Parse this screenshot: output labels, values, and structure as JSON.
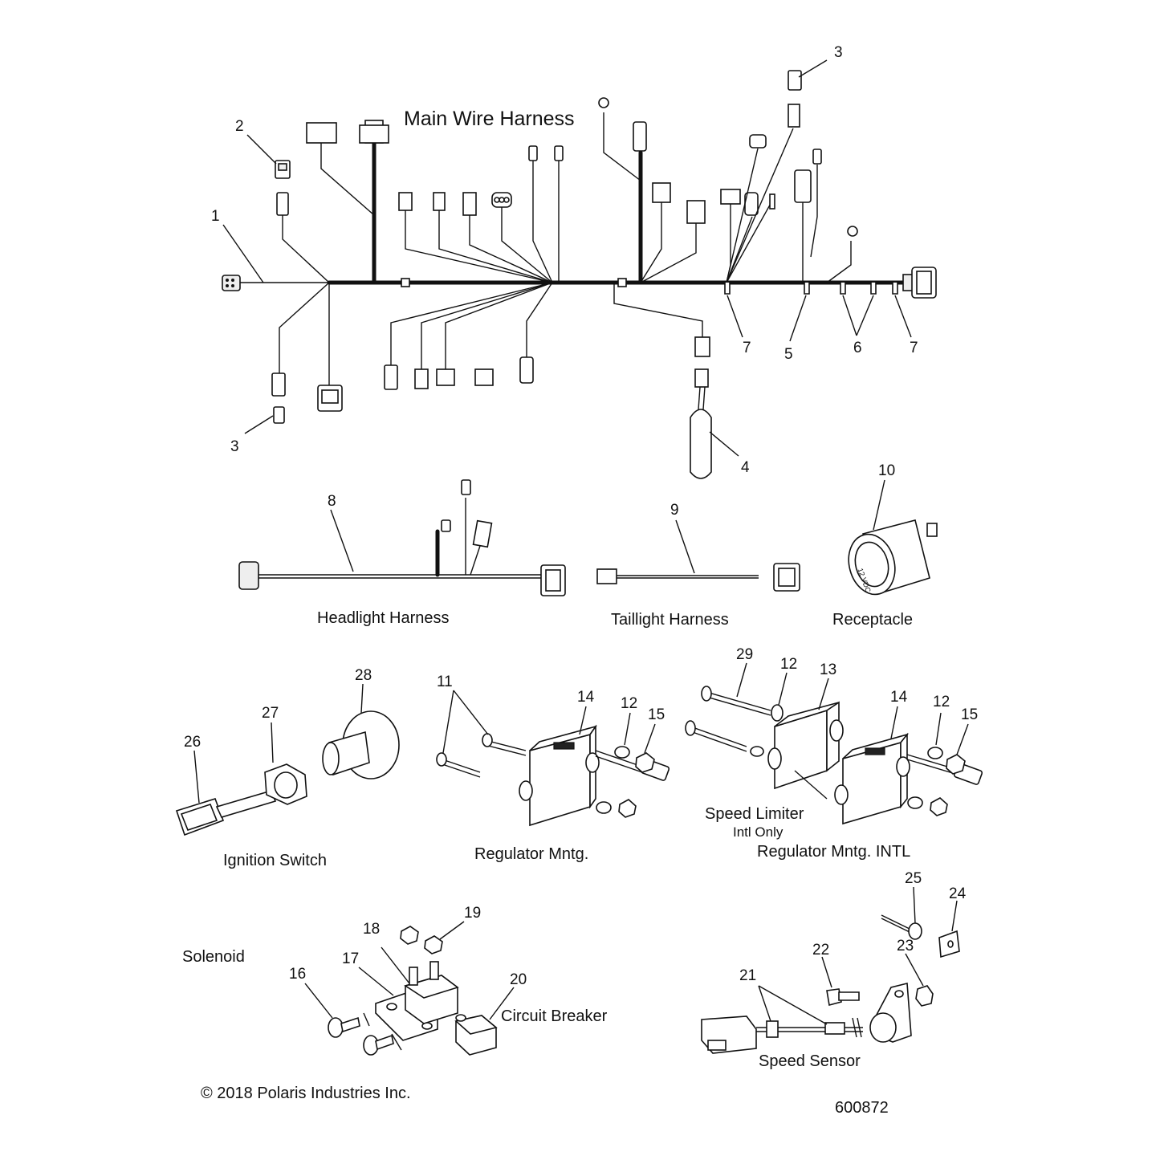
{
  "titles": {
    "main_wire_harness": "Main Wire Harness",
    "headlight_harness": "Headlight Harness",
    "taillight_harness": "Taillight Harness",
    "receptacle": "Receptacle",
    "ignition_switch": "Ignition Switch",
    "regulator_mntg": "Regulator Mntg.",
    "speed_limiter": "Speed Limiter",
    "intl_only": "Intl Only",
    "regulator_mntg_intl": "Regulator Mntg. INTL",
    "solenoid": "Solenoid",
    "circuit_breaker": "Circuit Breaker",
    "speed_sensor": "Speed Sensor"
  },
  "receptacle_label": "12 VDC",
  "copyright": "© 2018 Polaris Industries Inc.",
  "figure_id": "600872",
  "callouts": [
    "1",
    "2",
    "3",
    "3",
    "4",
    "5",
    "6",
    "7",
    "7",
    "8",
    "9",
    "10",
    "11",
    "12",
    "12",
    "12",
    "13",
    "14",
    "14",
    "15",
    "15",
    "16",
    "17",
    "18",
    "19",
    "20",
    "21",
    "22",
    "23",
    "24",
    "25",
    "26",
    "27",
    "28",
    "29"
  ]
}
